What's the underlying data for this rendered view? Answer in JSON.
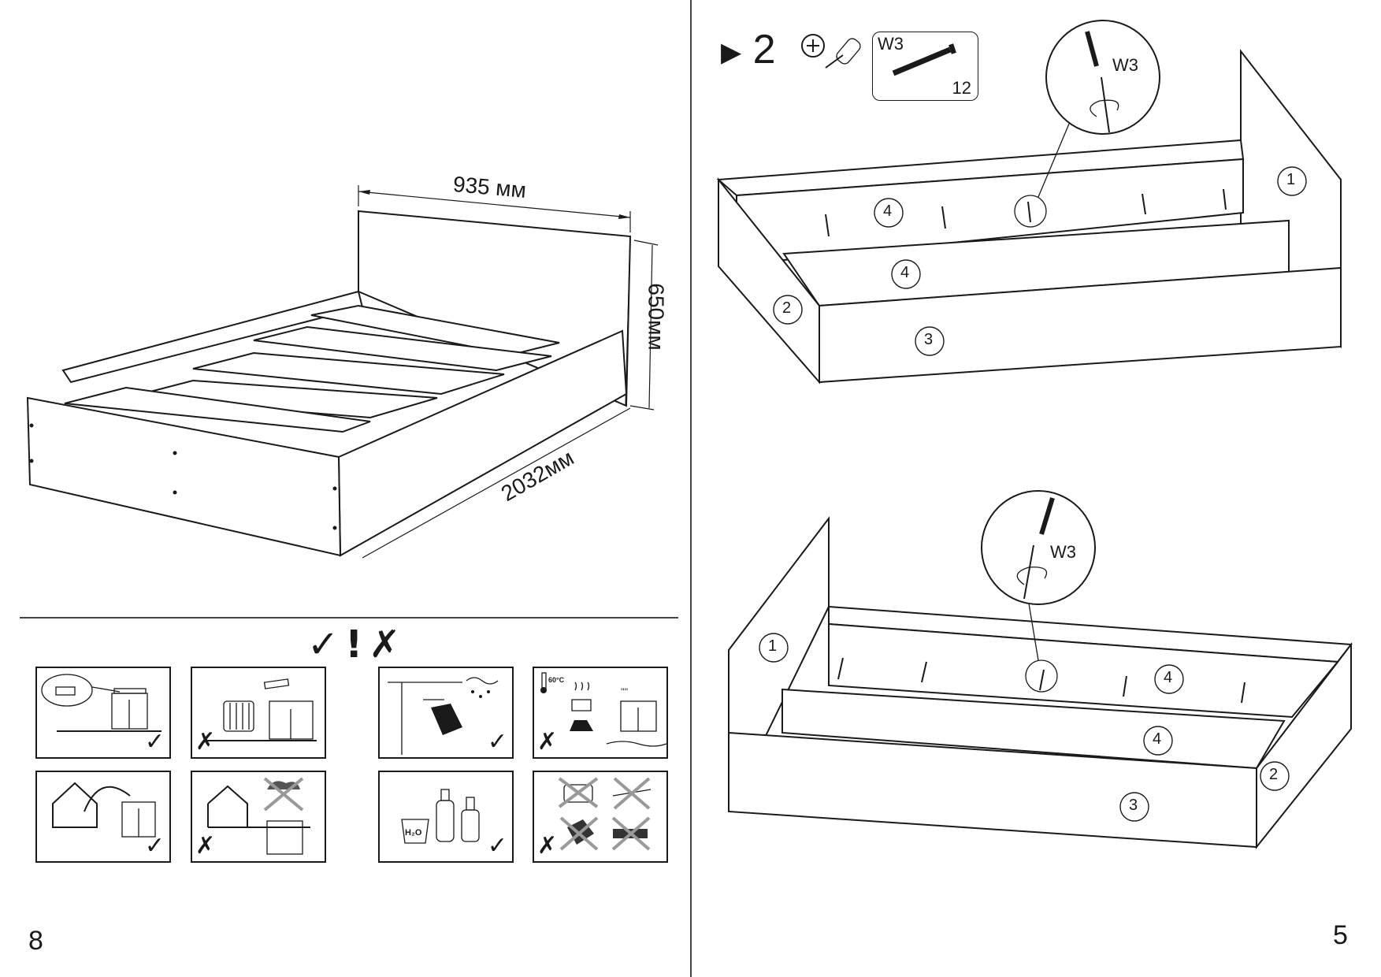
{
  "left_page": {
    "page_number": "8",
    "dimensions": {
      "width": "935 мм",
      "height": "650мм",
      "length": "2032мм"
    },
    "care_header": {
      "ok": "✓",
      "warn": "!",
      "no": "✗"
    },
    "care_icons": [
      {
        "id": "level-floor",
        "verdict": "✓"
      },
      {
        "id": "no-heater",
        "verdict": "✗"
      },
      {
        "id": "dry-cloth-cleaning",
        "verdict": "✓"
      },
      {
        "id": "no-heat-moisture",
        "verdict": "✗",
        "temperature": "60°C"
      },
      {
        "id": "indoor-use",
        "verdict": "✓"
      },
      {
        "id": "no-outdoor",
        "verdict": "✗"
      },
      {
        "id": "water-mild-detergent",
        "verdict": "✓",
        "h2o": "H₂O"
      },
      {
        "id": "no-abrasive-tools",
        "verdict": "✗"
      }
    ]
  },
  "right_page": {
    "page_number": "5",
    "step": {
      "arrow": "▶",
      "number": "2"
    },
    "fastener": {
      "code": "W3",
      "quantity": "12"
    },
    "detail_labels": {
      "top": "W3",
      "bottom": "W3"
    },
    "parts": {
      "headboard": "1",
      "side": "2",
      "front": "3",
      "slat_rail": "4"
    }
  }
}
